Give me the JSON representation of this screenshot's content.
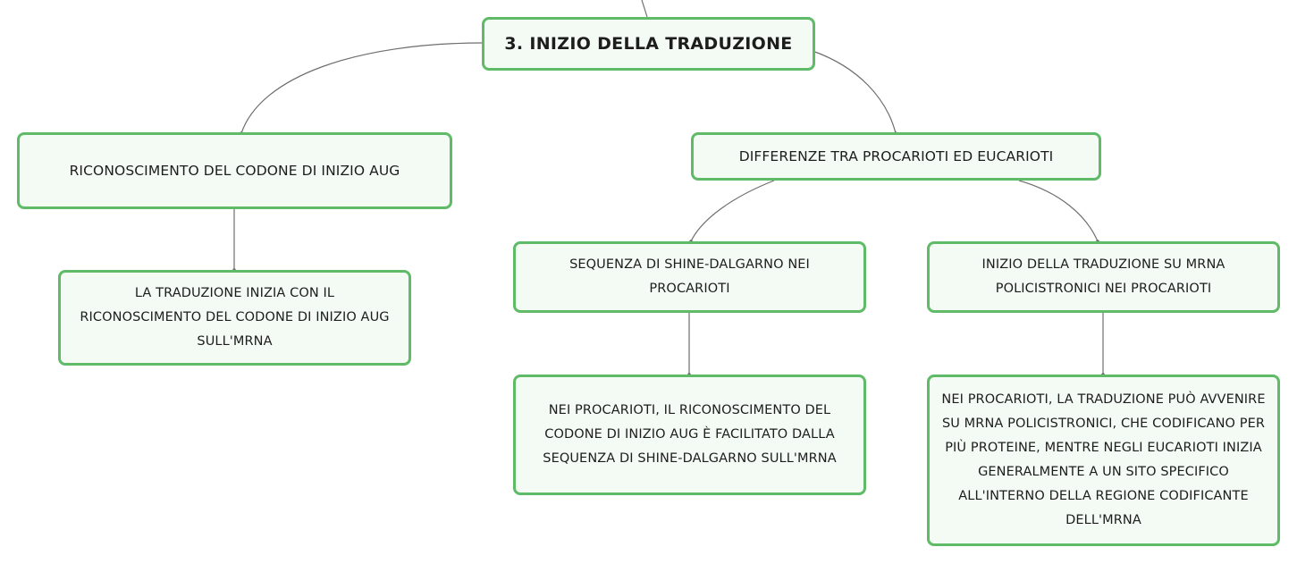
{
  "colors": {
    "node_border": "#5fbb67",
    "node_fill": "#f4fbf5",
    "connector": "#6e6e6e",
    "text": "#1d1d1d"
  },
  "mindmap": {
    "root": "3. INIZIO DELLA TRADUZIONE",
    "branch_left": {
      "title": "RICONOSCIMENTO DEL CODONE DI INIZIO AUG",
      "child": "LA TRADUZIONE INIZIA CON IL RICONOSCIMENTO DEL CODONE DI INIZIO AUG SULL'MRNA"
    },
    "branch_right": {
      "title": "DIFFERENZE TRA PROCARIOTI ED EUCARIOTI",
      "sub_left": {
        "title": "SEQUENZA DI SHINE-DALGARNO NEI PROCARIOTI",
        "child": "NEI PROCARIOTI, IL RICONOSCIMENTO DEL CODONE DI INIZIO AUG È FACILITATO DALLA SEQUENZA DI SHINE-DALGARNO SULL'MRNA"
      },
      "sub_right": {
        "title": "INIZIO DELLA TRADUZIONE SU MRNA POLICISTRONICI NEI PROCARIOTI",
        "child": "NEI PROCARIOTI, LA TRADUZIONE PUÒ AVVENIRE SU MRNA POLICISTRONICI, CHE CODIFICANO PER PIÙ PROTEINE, MENTRE NEGLI EUCARIOTI INIZIA GENERALMENTE A UN SITO SPECIFICO ALL'INTERNO DELLA REGIONE CODIFICANTE DELL'MRNA"
      }
    }
  }
}
